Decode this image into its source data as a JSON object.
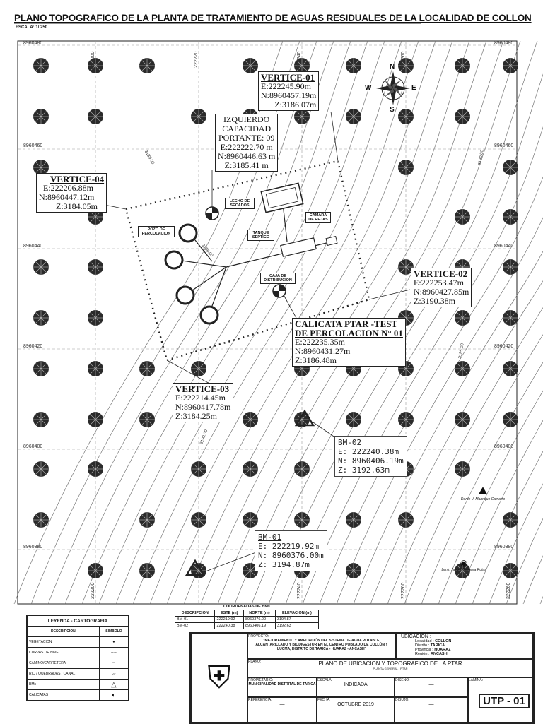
{
  "header": {
    "title": "PLANO TOPOGRAFICO DE LA PLANTA DE TRATAMIENTO DE AGUAS RESIDUALES DE LA LOCALIDAD DE COLLON",
    "scale": "ESCALA:  1/ 250"
  },
  "grid": {
    "north_labels": [
      "8960480",
      "8960460",
      "8960440",
      "8960420",
      "8960400",
      "8960380"
    ],
    "east_labels": [
      "222200",
      "222220",
      "222240",
      "222260"
    ]
  },
  "compass": {
    "n": "N",
    "s": "S",
    "e": "E",
    "w": "W"
  },
  "contours": [
    "3185.00",
    "3190.00",
    "3186.00",
    "3195.00",
    "3190.00"
  ],
  "vertices": {
    "v01": {
      "title": "VERTICE-01",
      "e": "E:222245.90m",
      "n": "N:8960457.19m",
      "z": "Z:3186.07m"
    },
    "v02": {
      "title": "VERTICE-02",
      "e": "E:222253.47m",
      "n": "N:8960427.85m",
      "z": "Z:3190.38m"
    },
    "v03": {
      "title": "VERTICE-03",
      "e": "E:222214.45m",
      "n": "N:8960417.78m",
      "z": "Z:3184.25m"
    },
    "v04": {
      "title": "VERTICE-04",
      "e": "E:222206.88m",
      "n": "N:8960447.12m",
      "z": "Z:3184.05m"
    }
  },
  "izquierdo": {
    "l1": "IZQUIERDO",
    "l2": "CAPACIDAD",
    "l3": "PORTANTE: 09",
    "e": "E:222222.70 m",
    "n": "N:8960446.63 m",
    "z": "Z:3185.41 m"
  },
  "calicata": {
    "l1": "CALICATA PTAR -TEST",
    "l2": "DE PERCOLACION N° 01",
    "e": "E:222235.35m",
    "n": "N:8960431.27m",
    "z": "Z:3186.48m"
  },
  "bms": {
    "bm02": {
      "title": "BM-02",
      "e": "E: 222240.38m",
      "n": "N: 8960406.19m",
      "z": "Z: 3192.63m"
    },
    "bm01": {
      "title": "BM-01",
      "e": "E: 222219.92m",
      "n": "N: 8960376.00m",
      "z": "Z: 3194.87m"
    }
  },
  "structures": {
    "lecho": "LECHO DE SECADOS",
    "camara": "CAMARA DE REJAS",
    "tanque": "TANQUE SEPTICO",
    "pozo": "POZO DE PERCOLACION",
    "caja": "CAJA DE DISTRIBUCION"
  },
  "coord_table": {
    "title": "COORDENADAS DE BMs",
    "headers": [
      "DESCRIPCION",
      "ESTE (m)",
      "NORTE (m)",
      "ELEVACION (m)"
    ],
    "rows": [
      [
        "BM-01",
        "222219.92",
        "8960376.00",
        "3194.87"
      ],
      [
        "BM-02",
        "222240.38",
        "8960406.19",
        "3192.63"
      ]
    ]
  },
  "legend": {
    "title": "LEYENDA - CARTOGRAFIA",
    "headers": [
      "DESCRIPCIÓN",
      "SÍMBOLO"
    ],
    "rows": [
      "VEGETACION",
      "CURVAS DE NIVEL",
      "CAMINO/CARRETERA",
      "RIO / QUEBRADAS / CANAL",
      "BMs",
      "CALICATAS"
    ]
  },
  "title_block": {
    "proyecto_label": "PROYECTO:",
    "proyecto": "\"MEJORAMIENTO Y AMPLIACIÓN DEL SISTEMA DE AGUA POTABLE, ALCANTARILLADO Y BIODIGESTOR EN EL CENTRO POBLADO DE COLLÓN Y LUCMA, DISTRITO DE TARICÁ - HUARAZ - ANCASH\"",
    "ubicacion_label": "UBICACION :",
    "ubicacion": [
      [
        "Localidad",
        "COLLÓN"
      ],
      [
        "Distrito",
        "TARICÁ"
      ],
      [
        "Provincia",
        "HUARAZ"
      ],
      [
        "Región",
        "ANCASH"
      ]
    ],
    "plano_label": "PLANO:",
    "plano": "PLANO DE UBICACION Y TOPOGRAFICO DE LA PTAR",
    "plano_sub": "PLANTA GENERAL - PTAR",
    "propietario_label": "PROPIETARIO:",
    "propietario": "MUNICIPALIDAD DISTRITAL DE TARICÁ",
    "escala_label": "ESCALA:",
    "escala": "INDICADA",
    "diseno_label": "DISEÑO:",
    "diseno": "—",
    "lamina_label": "LAMINA:",
    "lamina": "UTP - 01",
    "referencia_label": "REFERENCIA:",
    "referencia": "—",
    "fecha_label": "FECHA:",
    "fecha": "OCTUBRE 2019",
    "dibujo_label": "DIBUJO:",
    "dibujo": "—"
  },
  "signatures": {
    "sig1": "Dante V. Manrique Camarro",
    "sig2": "Lenin Jairo Villanueva Rojas"
  }
}
